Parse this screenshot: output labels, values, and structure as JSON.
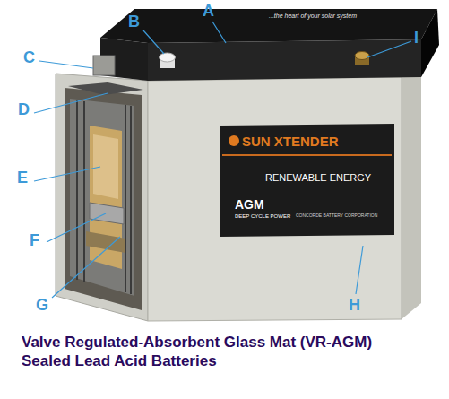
{
  "diagram": {
    "caption": "Valve Regulated-Absorbent Glass Mat (VR-AGM) Sealed Lead Acid Batteries",
    "labels": [
      "A",
      "B",
      "C",
      "D",
      "E",
      "F",
      "G",
      "H",
      "I",
      "...the heart of your solar system",
      "SUN XTENDER",
      "RENEWABLE ENERGY",
      "AGM",
      "DEEP CYCLE POWER",
      "CONCORDE BATTERY CORPORATION"
    ]
  }
}
